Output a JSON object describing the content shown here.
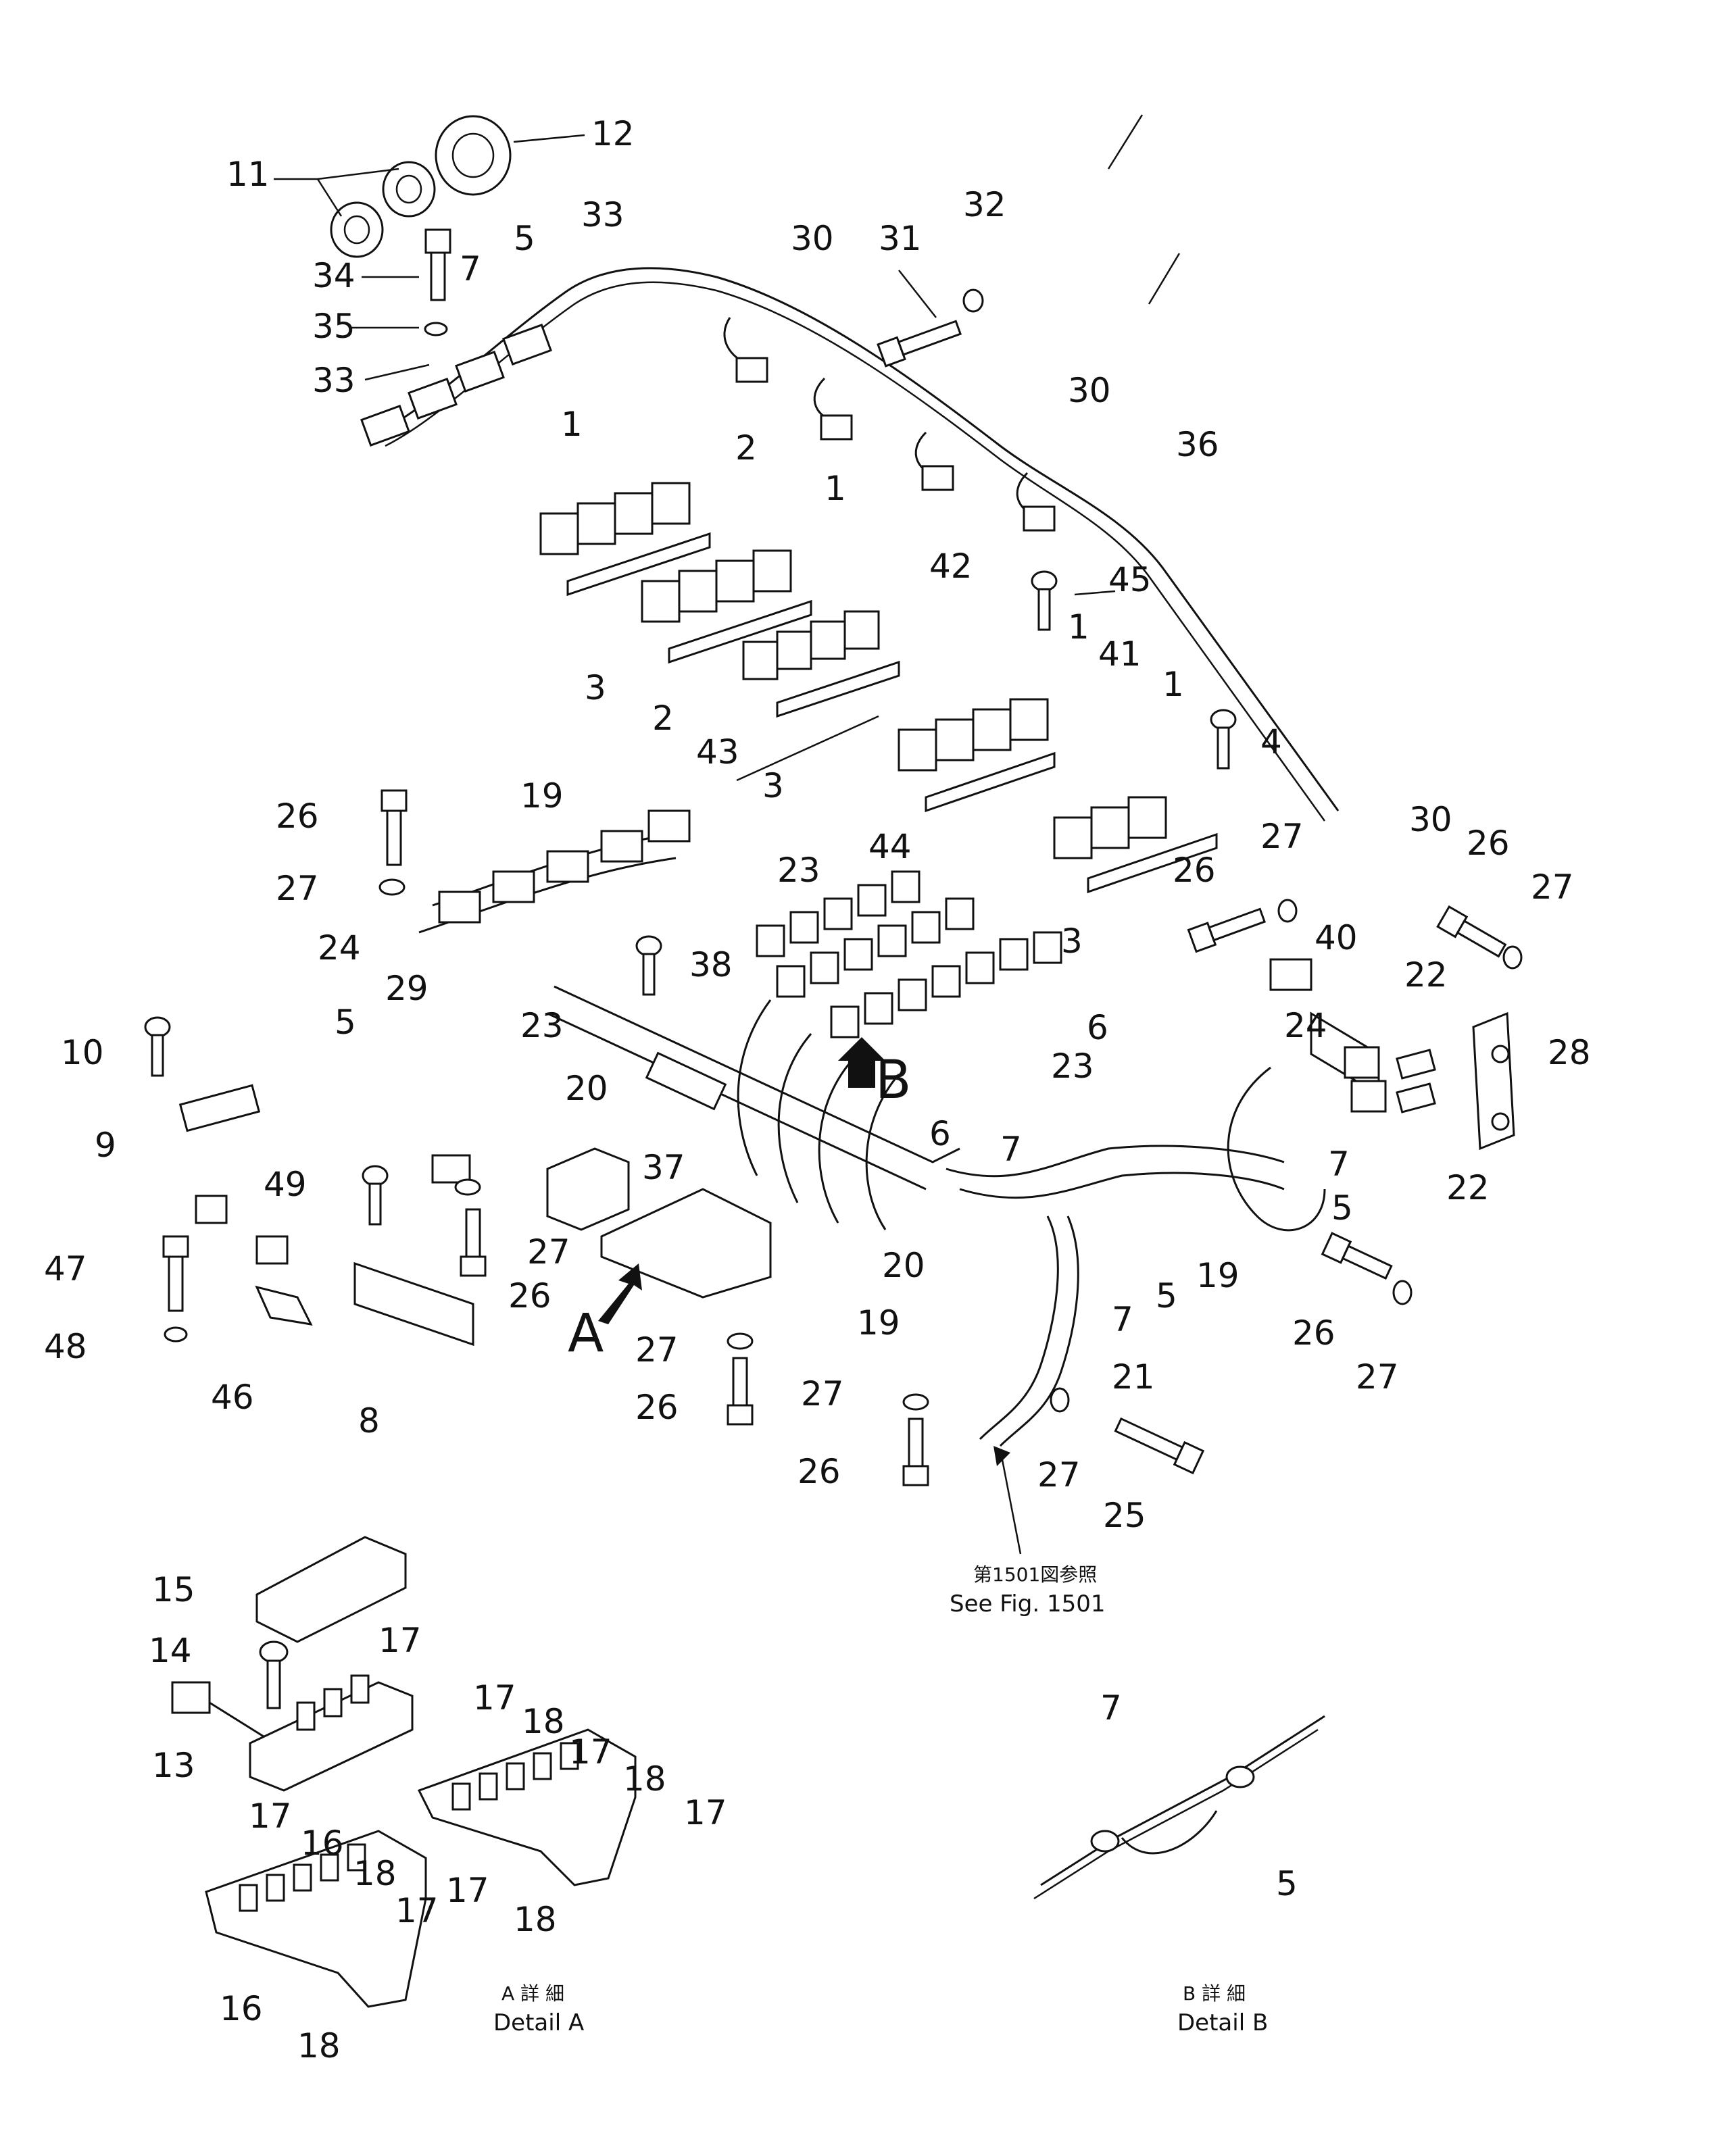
{
  "labels": [
    {
      "id": "l12",
      "text": "12"
    },
    {
      "id": "l11",
      "text": "11"
    },
    {
      "id": "l33a",
      "text": "33"
    },
    {
      "id": "l5a",
      "text": "5"
    },
    {
      "id": "l7a",
      "text": "7"
    },
    {
      "id": "l34",
      "text": "34"
    },
    {
      "id": "l35",
      "text": "35"
    },
    {
      "id": "l33b",
      "text": "33"
    },
    {
      "id": "l30a",
      "text": "30"
    },
    {
      "id": "l31",
      "text": "31"
    },
    {
      "id": "l32",
      "text": "32"
    },
    {
      "id": "l30b",
      "text": "30"
    },
    {
      "id": "l36",
      "text": "36"
    },
    {
      "id": "l1a",
      "text": "1"
    },
    {
      "id": "l2a",
      "text": "2"
    },
    {
      "id": "l1b",
      "text": "1"
    },
    {
      "id": "l3a",
      "text": "3"
    },
    {
      "id": "l2b",
      "text": "2"
    },
    {
      "id": "l43",
      "text": "43"
    },
    {
      "id": "l3b",
      "text": "3"
    },
    {
      "id": "l42",
      "text": "42"
    },
    {
      "id": "l45",
      "text": "45"
    },
    {
      "id": "l1c",
      "text": "1"
    },
    {
      "id": "l41",
      "text": "41"
    },
    {
      "id": "l1d",
      "text": "1"
    },
    {
      "id": "l4",
      "text": "4"
    },
    {
      "id": "l44",
      "text": "44"
    },
    {
      "id": "l26a",
      "text": "26"
    },
    {
      "id": "l19a",
      "text": "19"
    },
    {
      "id": "l23a",
      "text": "23"
    },
    {
      "id": "l27a",
      "text": "27"
    },
    {
      "id": "l24a",
      "text": "24"
    },
    {
      "id": "l38",
      "text": "38"
    },
    {
      "id": "l29",
      "text": "29"
    },
    {
      "id": "l5b",
      "text": "5"
    },
    {
      "id": "l10",
      "text": "10"
    },
    {
      "id": "l23b",
      "text": "23"
    },
    {
      "id": "l9",
      "text": "9"
    },
    {
      "id": "l20a",
      "text": "20"
    },
    {
      "id": "l37",
      "text": "37"
    },
    {
      "id": "l6a",
      "text": "6"
    },
    {
      "id": "l6b",
      "text": "6"
    },
    {
      "id": "l7b",
      "text": "7"
    },
    {
      "id": "l27b",
      "text": "27"
    },
    {
      "id": "l26b",
      "text": "26"
    },
    {
      "id": "l3c",
      "text": "3"
    },
    {
      "id": "l40",
      "text": "40"
    },
    {
      "id": "l24b",
      "text": "24"
    },
    {
      "id": "l23c",
      "text": "23"
    },
    {
      "id": "l30c",
      "text": "30"
    },
    {
      "id": "l26c",
      "text": "26"
    },
    {
      "id": "l27c",
      "text": "27"
    },
    {
      "id": "l22a",
      "text": "22"
    },
    {
      "id": "l28",
      "text": "28"
    },
    {
      "id": "l22b",
      "text": "22"
    },
    {
      "id": "l7c",
      "text": "7"
    },
    {
      "id": "l5c",
      "text": "5"
    },
    {
      "id": "l19b",
      "text": "19"
    },
    {
      "id": "l5d",
      "text": "5"
    },
    {
      "id": "l7d",
      "text": "7"
    },
    {
      "id": "l26d",
      "text": "26"
    },
    {
      "id": "l27d",
      "text": "27"
    },
    {
      "id": "l49",
      "text": "49"
    },
    {
      "id": "l27e",
      "text": "27"
    },
    {
      "id": "l26e",
      "text": "26"
    },
    {
      "id": "l47",
      "text": "47"
    },
    {
      "id": "l48",
      "text": "48"
    },
    {
      "id": "l46",
      "text": "46"
    },
    {
      "id": "l8",
      "text": "8"
    },
    {
      "id": "l20b",
      "text": "20"
    },
    {
      "id": "l19c",
      "text": "19"
    },
    {
      "id": "l21",
      "text": "21"
    },
    {
      "id": "l27f",
      "text": "27"
    },
    {
      "id": "l26f",
      "text": "26"
    },
    {
      "id": "l27g",
      "text": "27"
    },
    {
      "id": "l26g",
      "text": "26"
    },
    {
      "id": "l27h",
      "text": "27"
    },
    {
      "id": "l25",
      "text": "25"
    },
    {
      "id": "l15",
      "text": "15"
    },
    {
      "id": "l14",
      "text": "14"
    },
    {
      "id": "l17a",
      "text": "17"
    },
    {
      "id": "l13",
      "text": "13"
    },
    {
      "id": "l17b",
      "text": "17"
    },
    {
      "id": "l18a",
      "text": "18"
    },
    {
      "id": "l17c",
      "text": "17"
    },
    {
      "id": "l18b",
      "text": "18"
    },
    {
      "id": "l17d",
      "text": "17"
    },
    {
      "id": "l17e",
      "text": "17"
    },
    {
      "id": "l18c",
      "text": "18"
    },
    {
      "id": "l17f",
      "text": "17"
    },
    {
      "id": "l16a",
      "text": "16"
    },
    {
      "id": "l18d",
      "text": "18"
    },
    {
      "id": "l17g",
      "text": "17"
    },
    {
      "id": "l16b",
      "text": "16"
    },
    {
      "id": "l18e",
      "text": "18"
    },
    {
      "id": "l7e",
      "text": "7"
    },
    {
      "id": "l5e",
      "text": "5"
    }
  ],
  "callouts": {
    "view_a": "A",
    "view_b": "B"
  },
  "reference_note": {
    "jp": "第1501図参照",
    "en": "See Fig. 1501"
  },
  "detail_a": {
    "jp": "A 詳 細",
    "en": "Detail A"
  },
  "detail_b": {
    "jp": "B 詳 細",
    "en": "Detail B"
  }
}
